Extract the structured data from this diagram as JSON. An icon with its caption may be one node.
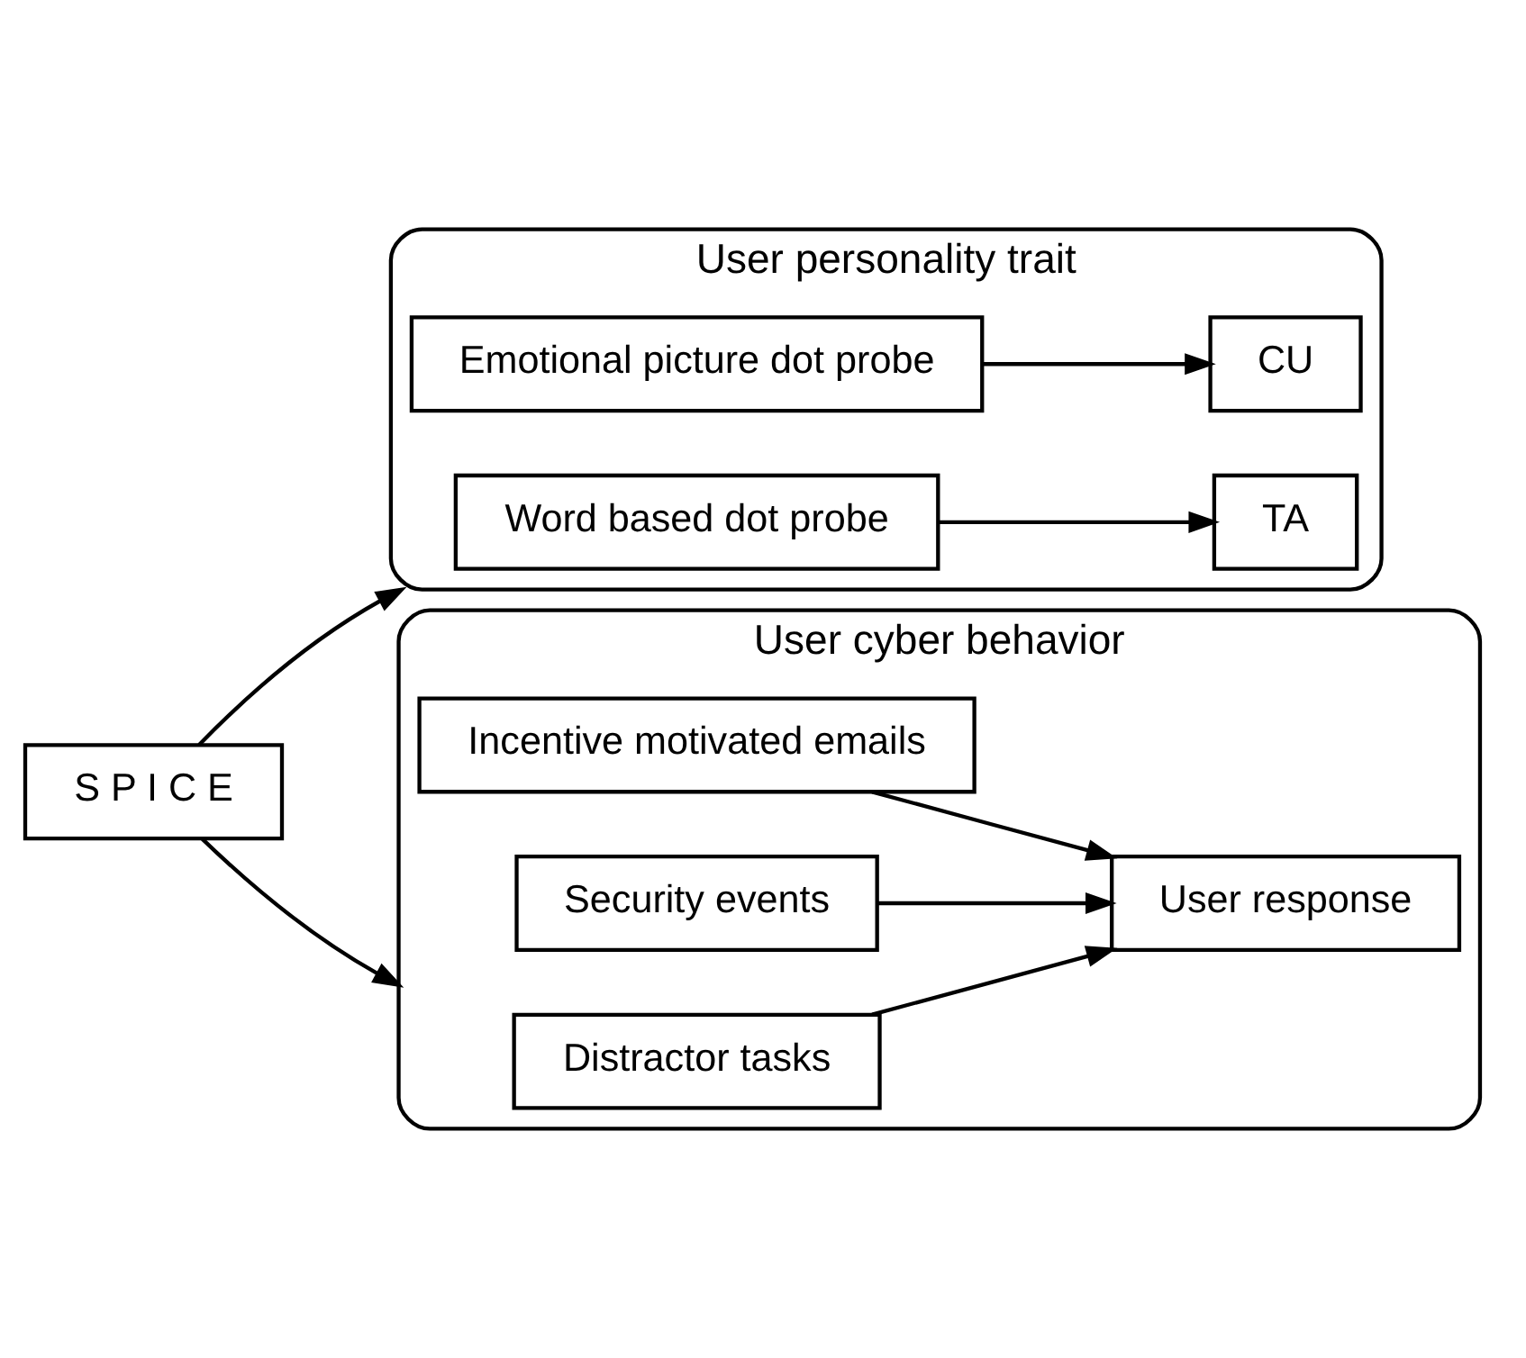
{
  "diagram": {
    "nodes": [
      {
        "text": [
          "S P I C E"
        ]
      },
      {
        "text": [
          "User personality trait"
        ]
      },
      {
        "text": [
          "Emotional picture dot probe"
        ],
        "in": 1
      },
      {
        "text": [
          "CU"
        ],
        "in": 1
      },
      {
        "text": [
          "Word based dot probe"
        ],
        "in": 1
      },
      {
        "text": [
          "TA"
        ],
        "in": 1
      },
      {
        "text": [
          "User cyber behavior"
        ]
      },
      {
        "text": [
          "Incentive motivated emails"
        ],
        "in": 6
      },
      {
        "text": [
          "Security events"
        ],
        "in": 6
      },
      {
        "text": [
          "Distractor tasks"
        ],
        "in": 6
      },
      {
        "text": [
          "User response"
        ],
        "in": 6
      }
    ],
    "edges": [
      {
        "from": 0,
        "to": 1,
        "arrow": "to"
      },
      {
        "from": 0,
        "to": 6,
        "arrow": "to"
      },
      {
        "from": 2,
        "to": 3,
        "arrow": "to"
      },
      {
        "from": 4,
        "to": 5,
        "arrow": "to"
      },
      {
        "from": 7,
        "to": 10,
        "arrow": "to"
      },
      {
        "from": 8,
        "to": 10,
        "arrow": "to"
      },
      {
        "from": 9,
        "to": 10,
        "arrow": "to"
      }
    ]
  }
}
